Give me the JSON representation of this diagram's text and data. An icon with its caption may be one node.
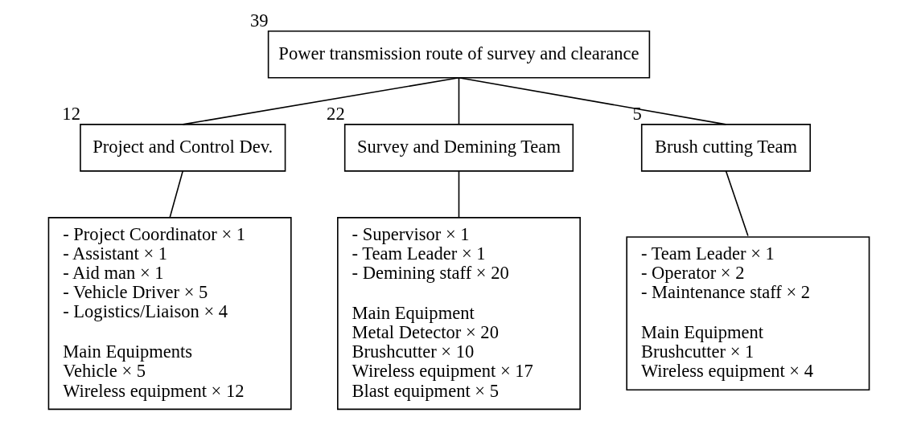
{
  "diagram": {
    "nodes": [
      {
        "text": [
          "Power transmission route of survey and clearance"
        ],
        "beside": [
          "39"
        ]
      },
      {
        "text": [
          "Project and Control Dev."
        ],
        "beside": [
          "12"
        ]
      },
      {
        "text": [
          "Survey and Demining Team"
        ],
        "beside": [
          "22"
        ]
      },
      {
        "text": [
          "Brush cutting Team"
        ],
        "beside": [
          "5"
        ]
      },
      {
        "text": [
          "- Project Coordinator × 1",
          "- Assistant × 1",
          "- Aid man × 1",
          "- Vehicle Driver × 5",
          "- Logistics/Liaison × 4",
          "Main Equipments",
          "Vehicle × 5",
          "Wireless equipment × 12"
        ]
      },
      {
        "text": [
          "- Supervisor × 1",
          "- Team Leader × 1",
          "- Demining staff × 20",
          "Main Equipment",
          "Metal Detector × 20",
          "Brushcutter × 10",
          "Wireless equipment × 17",
          "Blast equipment × 5"
        ]
      },
      {
        "text": [
          "- Team Leader × 1",
          "- Operator × 2",
          "- Maintenance staff × 2",
          "Main Equipment",
          "Brushcutter × 1",
          "Wireless equipment × 4"
        ]
      }
    ],
    "edges": [
      {
        "from": 0,
        "to": 1,
        "arrow": "none"
      },
      {
        "from": 0,
        "to": 2,
        "arrow": "none"
      },
      {
        "from": 0,
        "to": 3,
        "arrow": "none"
      },
      {
        "from": 1,
        "to": 4,
        "arrow": "none"
      },
      {
        "from": 2,
        "to": 5,
        "arrow": "none"
      },
      {
        "from": 3,
        "to": 6,
        "arrow": "none"
      }
    ]
  }
}
